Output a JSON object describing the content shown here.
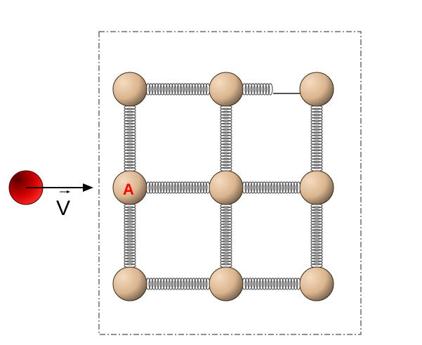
{
  "labels": {
    "ball_a": "A",
    "velocity": "V"
  },
  "colors": {
    "projectile": "#e00000",
    "ball": "#e0c0a0",
    "label_a": "#ff0000"
  },
  "grid": {
    "rows": 3,
    "cols": 3
  }
}
